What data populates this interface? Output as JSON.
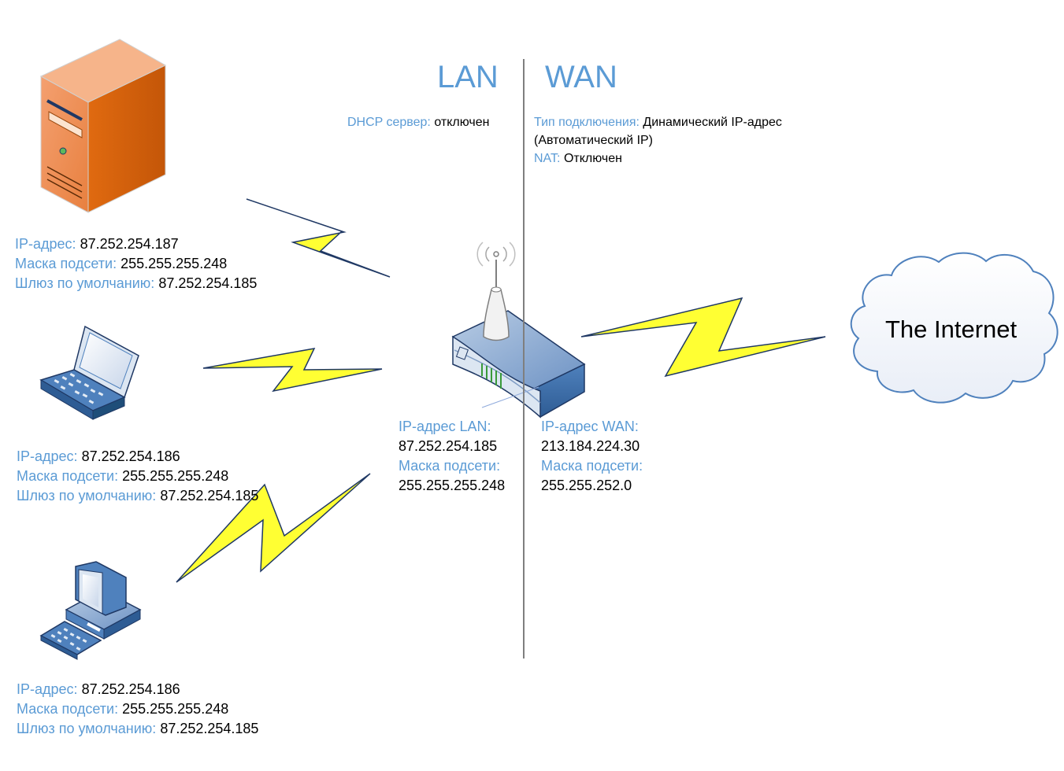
{
  "headings": {
    "lan": "LAN",
    "wan": "WAN"
  },
  "lan_settings": {
    "dhcp_key": "DHCP сервер:",
    "dhcp_value": "отключен"
  },
  "wan_settings": {
    "conn_key": "Тип подключения:",
    "conn_value": "Динамический IP-адрес",
    "conn_value_cont": "(Автоматический IP)",
    "nat_key": "NAT:",
    "nat_value": "Отключен"
  },
  "router": {
    "lan_ip_key": "IP-адрес LAN:",
    "lan_ip_value": "87.252.254.185",
    "lan_mask_key": "Маска подсети:",
    "lan_mask_value": "255.255.255.248",
    "wan_ip_key": "IP-адрес WAN:",
    "wan_ip_value": "213.184.224.30",
    "wan_mask_key": "Маска подсети:",
    "wan_mask_value": "255.255.252.0"
  },
  "internet": {
    "label": "The Internet"
  },
  "devices": [
    {
      "kind": "server",
      "ip_key": "IP-адрес:",
      "ip_value": "87.252.254.187",
      "mask_key": "Маска подсети:",
      "mask_value": "255.255.255.248",
      "gw_key": "Шлюз по умолчанию:",
      "gw_value": "87.252.254.185"
    },
    {
      "kind": "laptop",
      "ip_key": "IP-адрес:",
      "ip_value": "87.252.254.186",
      "mask_key": "Маска подсети:",
      "mask_value": "255.255.255.248",
      "gw_key": "Шлюз по умолчанию:",
      "gw_value": "87.252.254.185"
    },
    {
      "kind": "desktop",
      "ip_key": "IP-адрес:",
      "ip_value": "87.252.254.186",
      "mask_key": "Маска подсети:",
      "mask_value": "255.255.255.248",
      "gw_key": "Шлюз по умолчанию:",
      "gw_value": "87.252.254.185"
    }
  ],
  "colors": {
    "label_blue": "#5b9bd5",
    "lightning_fill": "#ffff33",
    "lightning_stroke": "#1f3864",
    "server_orange": "#e36c0a",
    "device_blue": "#4f81bd",
    "cloud_stroke": "#4f81bd"
  },
  "icons": [
    "server-icon",
    "laptop-icon",
    "desktop-computer-icon",
    "wireless-router-icon",
    "internet-cloud-icon",
    "wireless-link-icon"
  ]
}
